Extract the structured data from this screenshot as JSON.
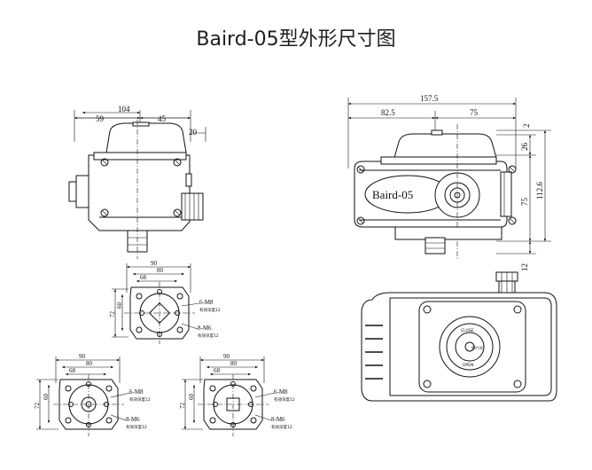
{
  "title": "Baird-05型外形尺寸图",
  "front_view": {
    "dims": {
      "total": "104",
      "left": "59",
      "right": "45",
      "side": "20"
    }
  },
  "side_view": {
    "dims": {
      "total": "157.5",
      "left": "82.5",
      "right": "75",
      "top": "2",
      "cap": "26",
      "height": "112.6",
      "body": "75",
      "bottom": "12"
    },
    "label": "Baird-05"
  },
  "top_view": {
    "dial": {
      "close": "CLOSE",
      "open": "OPEN",
      "degrees": "90°(0)"
    }
  },
  "flange_views": [
    {
      "d1": "90",
      "d2": "80",
      "d3": "68",
      "h1": "72",
      "h2": "60",
      "bolt1": "6-M8",
      "note1": "有效深度12",
      "bolt2": "8-M6",
      "note2": "有效深度12"
    },
    {
      "d1": "90",
      "d2": "80",
      "d3": "68",
      "h1": "72",
      "h2": "60",
      "bolt1": "6-M8",
      "note1": "有效深度12",
      "bolt2": "8-M6",
      "note2": "有效深度12"
    },
    {
      "d1": "90",
      "d2": "80",
      "d3": "68",
      "h1": "72",
      "h2": "60",
      "bolt1": "6-M8",
      "note1": "有效深度12",
      "bolt2": "8-M6",
      "note2": "有效深度12"
    }
  ]
}
